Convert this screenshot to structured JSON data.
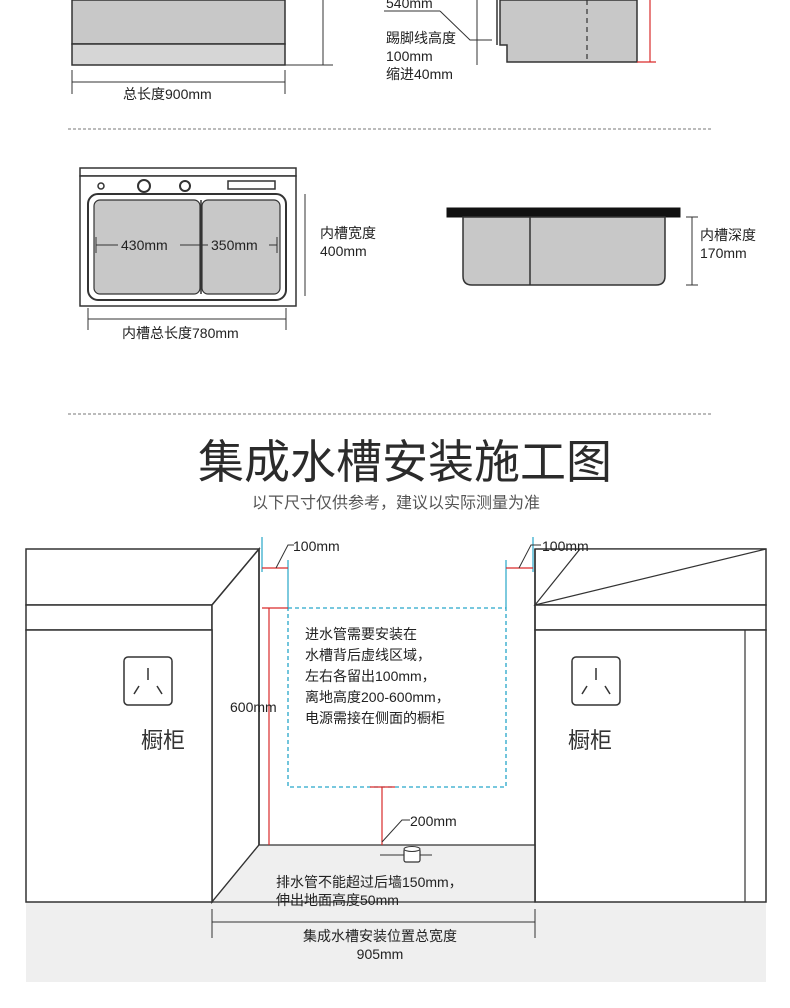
{
  "top_section": {
    "total_length_label": "总长度900mm",
    "partial_dimension": "540mm",
    "kickboard_label_1": "踢脚线高度",
    "kickboard_label_2": "100mm",
    "kickboard_label_3": "缩进40mm"
  },
  "basin_top_view": {
    "left_basin_width": "430mm",
    "right_basin_width": "350mm",
    "inner_width_label_1": "内槽宽度",
    "inner_width_label_2": "400mm",
    "inner_total_length": "内槽总长度780mm"
  },
  "basin_side_view": {
    "inner_depth_label_1": "内槽深度",
    "inner_depth_label_2": "170mm"
  },
  "installation": {
    "title": "集成水槽安装施工图",
    "subtitle": "以下尺寸仅供参考，建议以实际测量为准",
    "left_margin": "100mm",
    "right_margin": "100mm",
    "height_600": "600mm",
    "drain_200": "200mm",
    "left_cabinet": "橱柜",
    "right_cabinet": "橱柜",
    "note_lines": [
      "进水管需要安装在",
      "水槽背后虚线区域，",
      "左右各留出100mm，",
      "离地高度200-600mm，",
      "电源需接在侧面的橱柜"
    ],
    "drain_note_1": "排水管不能超过后墙150mm，",
    "drain_note_2": "伸出地面高度50mm",
    "total_width_1": "集成水槽安装位置总宽度",
    "total_width_2": "905mm"
  },
  "colors": {
    "line": "#333333",
    "grey_fill": "#c8c8c8",
    "dim_red": "#d92b2b",
    "dim_cyan": "#27a6c9",
    "wall": "#efefef"
  }
}
